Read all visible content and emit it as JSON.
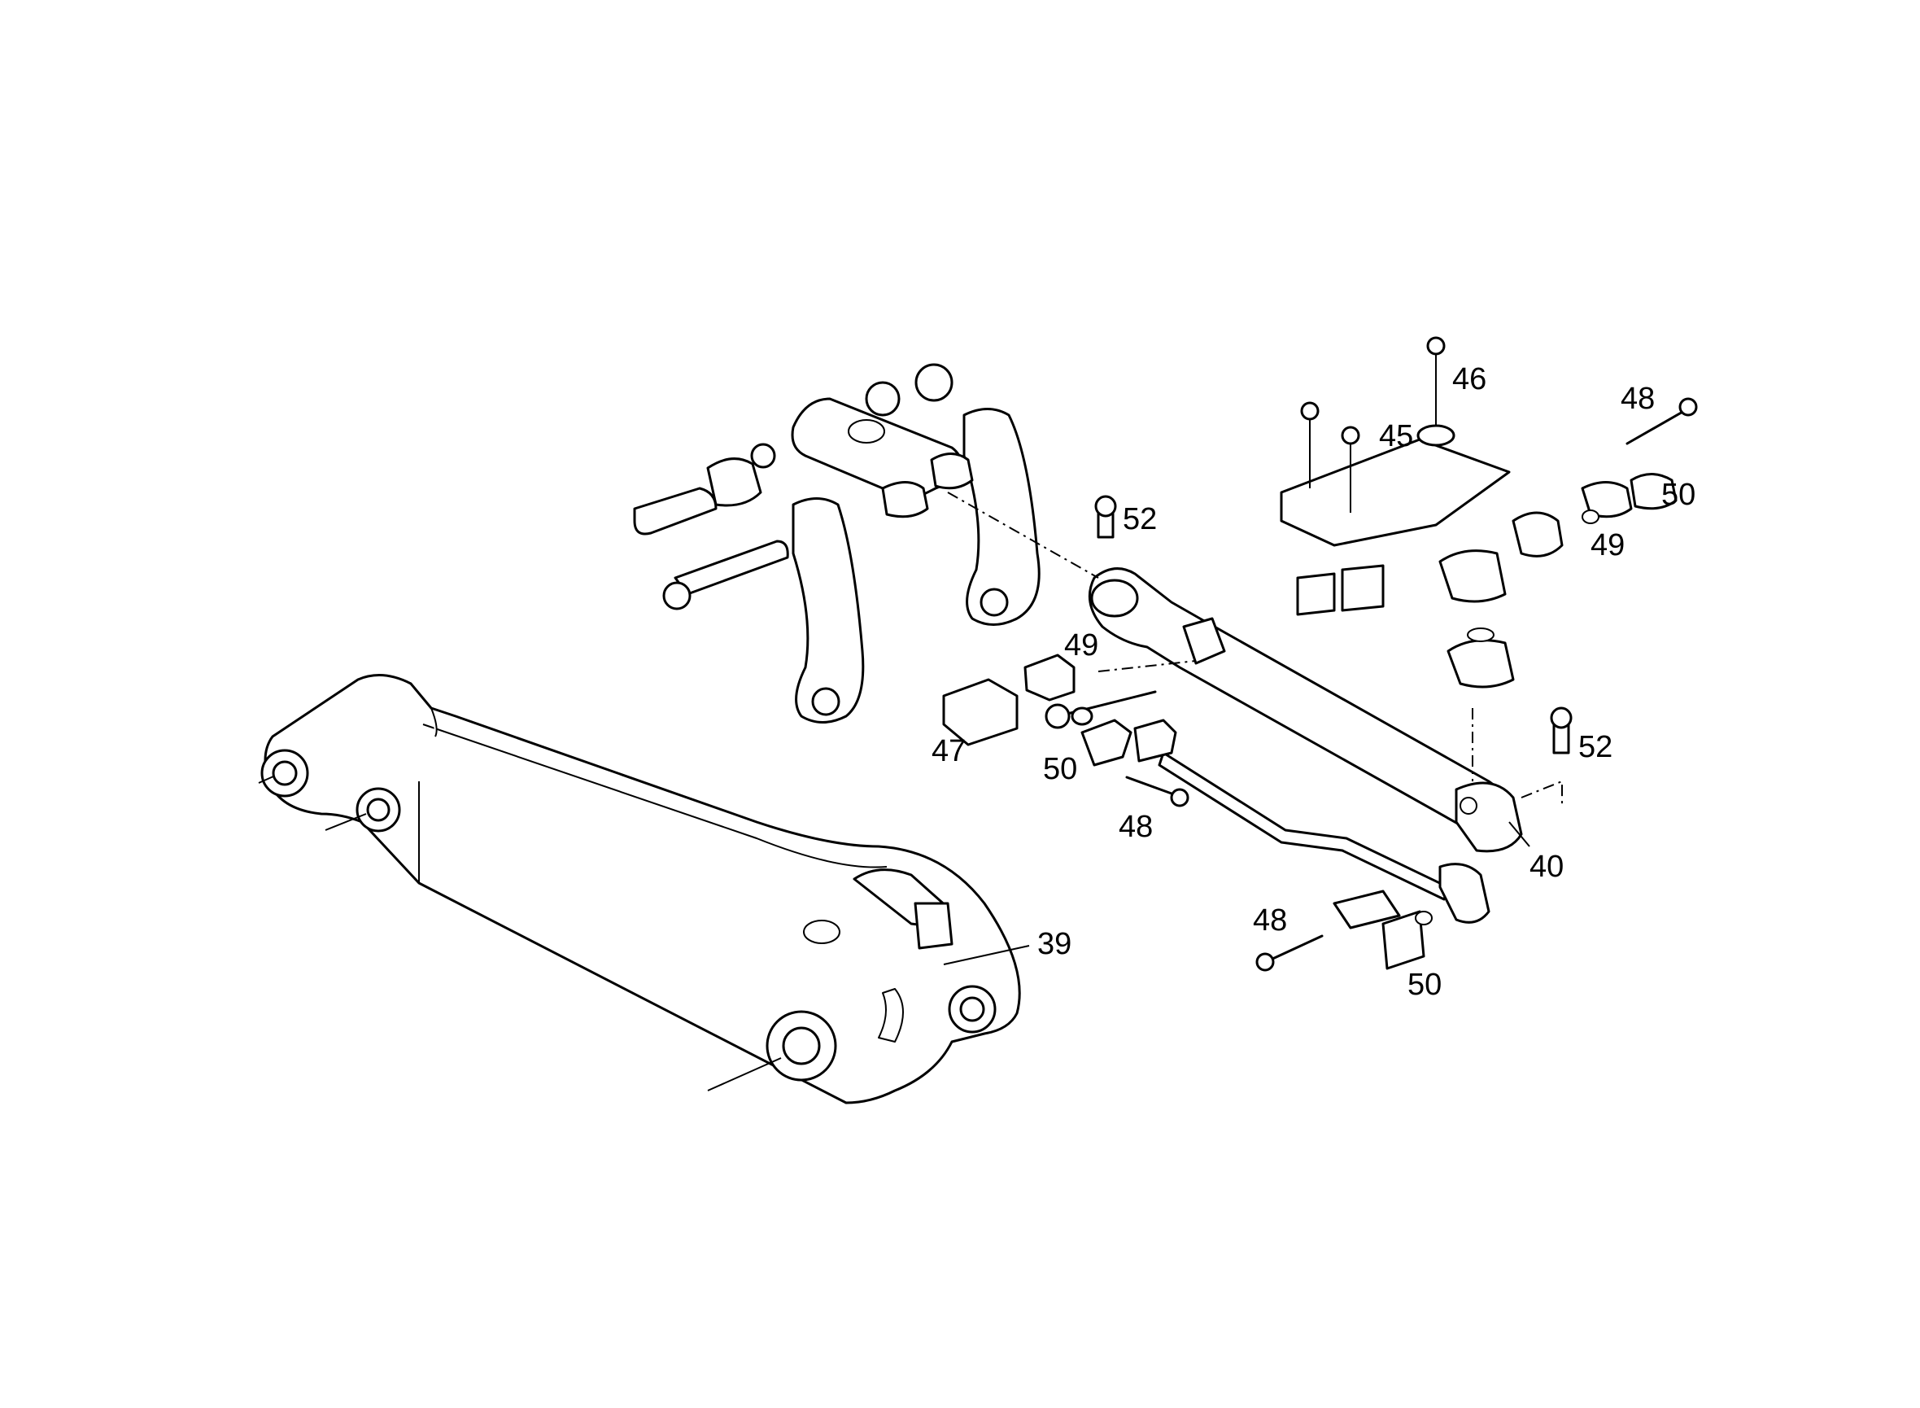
{
  "callouts": [
    {
      "id": "c39",
      "text": "39"
    },
    {
      "id": "c40",
      "text": "40"
    },
    {
      "id": "c45",
      "text": "45"
    },
    {
      "id": "c46",
      "text": "46"
    },
    {
      "id": "c47",
      "text": "47"
    },
    {
      "id": "c48a",
      "text": "48"
    },
    {
      "id": "c48b",
      "text": "48"
    },
    {
      "id": "c48c",
      "text": "48"
    },
    {
      "id": "c49a",
      "text": "49"
    },
    {
      "id": "c49b",
      "text": "49"
    },
    {
      "id": "c50a",
      "text": "50"
    },
    {
      "id": "c50b",
      "text": "50"
    },
    {
      "id": "c50c",
      "text": "50"
    },
    {
      "id": "c52a",
      "text": "52"
    },
    {
      "id": "c52b",
      "text": "52"
    }
  ]
}
